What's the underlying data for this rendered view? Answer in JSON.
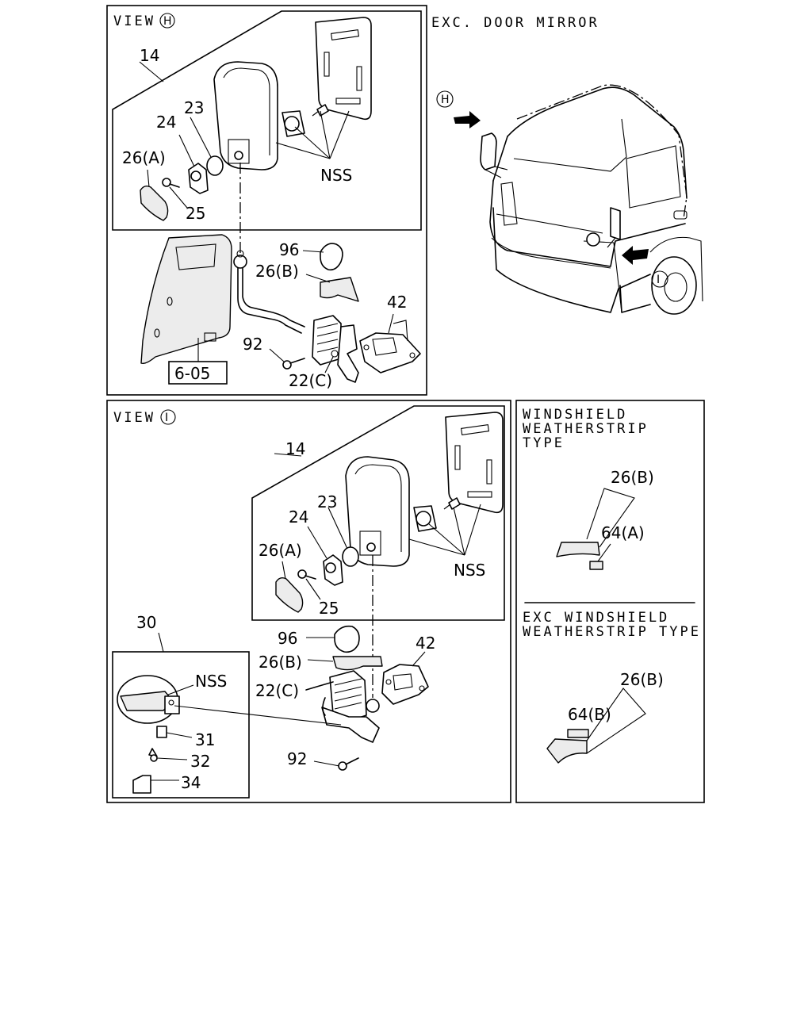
{
  "view_h": {
    "title": "VIEW",
    "marker": "H",
    "callouts": {
      "c14": "14",
      "c23": "23",
      "c24": "24",
      "c26a": "26(A)",
      "c25": "25",
      "nss": "NSS",
      "c96": "96",
      "c26b": "26(B)",
      "c42": "42",
      "c92": "92",
      "c22c": "22(C)",
      "ref": "6-05"
    }
  },
  "exterior": {
    "title": "EXC. DOOR MIRROR",
    "marker_h": "H",
    "marker_i": "I"
  },
  "view_i": {
    "title": "VIEW",
    "marker": "I",
    "callouts": {
      "c14": "14",
      "c23": "23",
      "c24": "24",
      "c26a": "26(A)",
      "c25": "25",
      "nss": "NSS",
      "c96": "96",
      "c26b": "26(B)",
      "c42": "42",
      "c22c": "22(C)",
      "c92": "92",
      "c30": "30",
      "nss2": "NSS",
      "c31": "31",
      "c32": "32",
      "c34": "34"
    }
  },
  "windshield_panel": {
    "title_lines": [
      "WINDSHIELD",
      "WEATHERSTRIP",
      "TYPE"
    ],
    "c26b": "26(B)",
    "c64a": "64(A)",
    "alt_title_lines": [
      "EXC WINDSHIELD",
      "WEATHERSTRIP TYPE"
    ],
    "c26b_alt": "26(B)",
    "c64b": "64(B)"
  }
}
